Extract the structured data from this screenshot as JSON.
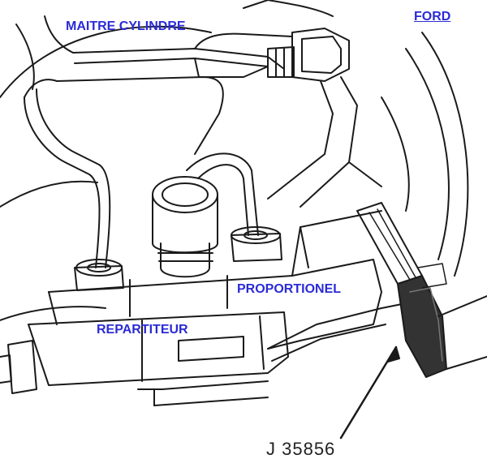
{
  "labels": {
    "master_cylinder": "MAITRE CYLINDRE",
    "brand": "FORD",
    "proportioner": "PROPORTIONEL",
    "distributor": "REPARTITEUR",
    "tool_number": "J 35856"
  },
  "colors": {
    "label_blue": "#2b2bd6",
    "line": "#1a1a1a",
    "tool_fill": "#333333"
  }
}
